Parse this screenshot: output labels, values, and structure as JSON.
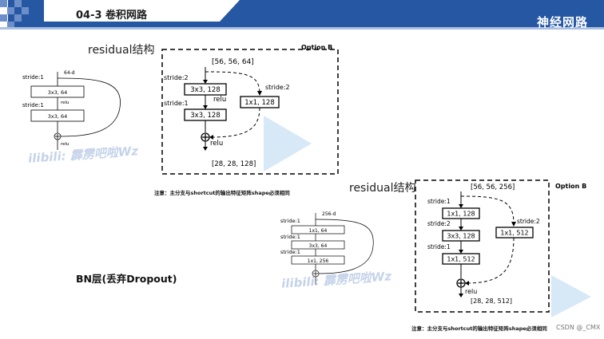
{
  "header": {
    "title": "04-3 卷积网路",
    "brand": "神经网路"
  },
  "top_section": {
    "title": "residual结构",
    "small_diagram": {
      "input": "64-d",
      "stride1": "stride:1",
      "box1": "3x3, 64",
      "relu1": "relu",
      "stride2": "stride:1",
      "box2": "3x3, 64",
      "relu2": "relu"
    },
    "option_label": "Option B",
    "big_diagram": {
      "input_shape": "[56, 56, 64]",
      "stride_a": "stride:2",
      "box_a": "3x3, 128",
      "relu_a": "relu",
      "stride_b": "stride:1",
      "box_b": "3x3, 128",
      "stride_c": "stride:2",
      "box_c": "1x1, 128",
      "relu_out": "relu",
      "output_shape": "[28, 28, 128]"
    },
    "note": "注意：主分支与shortcut的输出特征矩阵shape必须相同"
  },
  "bottom_section": {
    "title": "residual结构",
    "small_diagram": {
      "input": "256-d",
      "stride1": "stride:1",
      "box1": "1x1, 64",
      "stride2": "stride:1",
      "box2": "3x3, 64",
      "stride3": "stride:1",
      "box3": "1x1, 256"
    },
    "option_label": "Option B",
    "big_diagram": {
      "input_shape": "[56, 56, 256]",
      "stride_a": "stride:1",
      "box_a": "1x1, 128",
      "stride_b": "stride:2",
      "box_b": "3x3, 128",
      "stride_c": "stride:1",
      "box_c": "1x1, 512",
      "stride_d": "stride:2",
      "box_d": "1x1, 512",
      "relu_out": "relu",
      "output_shape": "[28, 28, 512]"
    },
    "note": "注意：主分支与shortcut的输出特征矩阵shape必须相同"
  },
  "bn_label": "BN层(丢弃Dropout)",
  "watermark": {
    "text": "ilibili: 霹雳吧啦Wz",
    "corner": "CSDN @_CMX"
  }
}
